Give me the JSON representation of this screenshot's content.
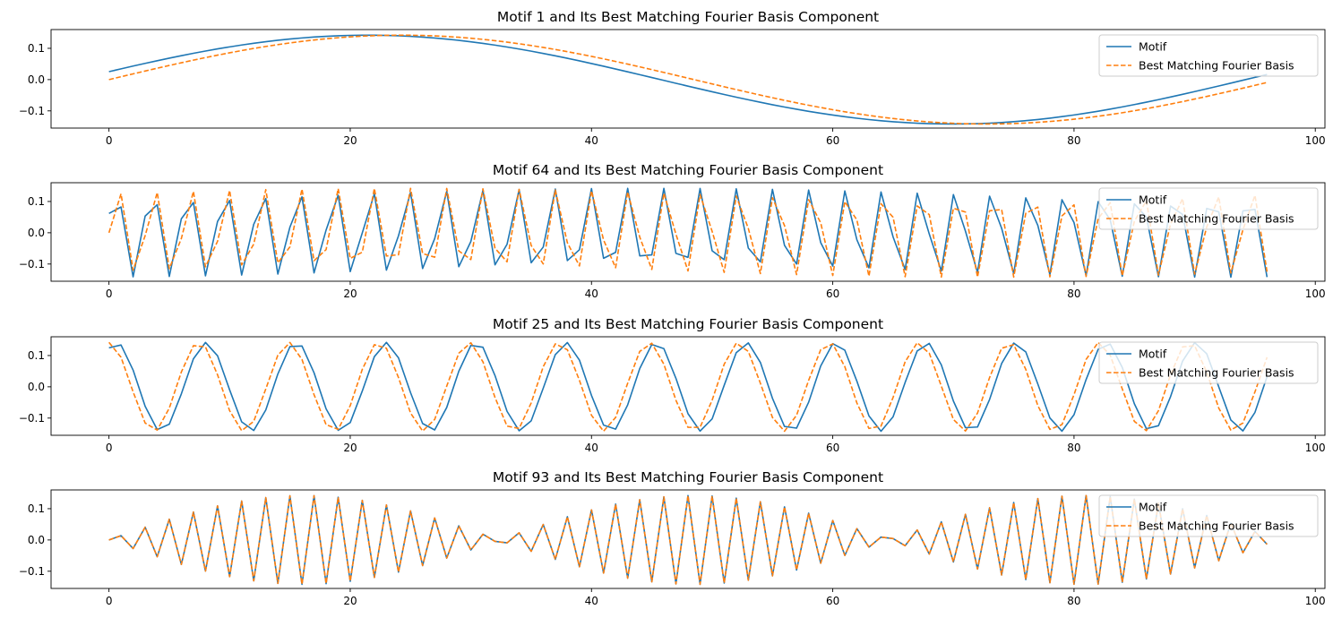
{
  "chart_data": [
    {
      "type": "line",
      "title": "Motif 1 and Its Best Matching Fourier Basis Component",
      "xlim": [
        -4.8,
        100.8
      ],
      "ylim": [
        -0.155,
        0.16
      ],
      "xticks": [
        0,
        20,
        40,
        60,
        80,
        100
      ],
      "yticks": [
        -0.1,
        0.0,
        0.1
      ],
      "ytick_labels": [
        "−0.1",
        "0.0",
        "0.1"
      ],
      "legend": "upper right",
      "generator": {
        "kind": "sine",
        "n": 97,
        "amp": 0.142,
        "freq": 1,
        "period": 97,
        "motif_phase": 0.18,
        "basis_phase": 0.0
      },
      "series": [
        {
          "name": "Motif",
          "color": "#1f77b4",
          "dash": "solid"
        },
        {
          "name": "Best Matching Fourier Basis",
          "color": "#ff7f0e",
          "dash": "dashed"
        }
      ]
    },
    {
      "type": "line",
      "title": "Motif 64 and Its Best Matching Fourier Basis Component",
      "xlim": [
        -4.8,
        100.8
      ],
      "ylim": [
        -0.155,
        0.16
      ],
      "xticks": [
        0,
        20,
        40,
        60,
        80,
        100
      ],
      "yticks": [
        -0.1,
        0.0,
        0.1
      ],
      "ytick_labels": [
        "−0.1",
        "0.0",
        "0.1"
      ],
      "legend": "upper right",
      "generator": {
        "kind": "sine",
        "n": 97,
        "amp": 0.142,
        "freq": 32,
        "period": 97,
        "motif_phase": 0.45,
        "basis_phase": 0.0
      },
      "series": [
        {
          "name": "Motif",
          "color": "#1f77b4",
          "dash": "solid"
        },
        {
          "name": "Best Matching Fourier Basis",
          "color": "#ff7f0e",
          "dash": "dashed"
        }
      ]
    },
    {
      "type": "line",
      "title": "Motif 25 and Its Best Matching Fourier Basis Component",
      "xlim": [
        -4.8,
        100.8
      ],
      "ylim": [
        -0.155,
        0.16
      ],
      "xticks": [
        0,
        20,
        40,
        60,
        80,
        100
      ],
      "yticks": [
        -0.1,
        0.0,
        0.1
      ],
      "ytick_labels": [
        "−0.1",
        "0.0",
        "0.1"
      ],
      "legend": "upper right",
      "generator": {
        "kind": "cosine",
        "n": 97,
        "amp": 0.142,
        "freq": 13,
        "period": 97,
        "motif_phase": -0.5,
        "basis_phase": 0.0
      },
      "series": [
        {
          "name": "Motif",
          "color": "#1f77b4",
          "dash": "solid"
        },
        {
          "name": "Best Matching Fourier Basis",
          "color": "#ff7f0e",
          "dash": "dashed"
        }
      ]
    },
    {
      "type": "line",
      "title": "Motif 93 and Its Best Matching Fourier Basis Component",
      "xlim": [
        -4.8,
        100.8
      ],
      "ylim": [
        -0.155,
        0.16
      ],
      "xticks": [
        0,
        20,
        40,
        60,
        80,
        100
      ],
      "yticks": [
        -0.1,
        0.0,
        0.1
      ],
      "ytick_labels": [
        "−0.1",
        "0.0",
        "0.1"
      ],
      "legend": "upper right",
      "generator": {
        "kind": "sine",
        "n": 97,
        "amp": 0.142,
        "freq": 47,
        "period": 97,
        "motif_phase": 0.0,
        "basis_phase": 0.0
      },
      "series": [
        {
          "name": "Motif",
          "color": "#1f77b4",
          "dash": "solid"
        },
        {
          "name": "Best Matching Fourier Basis",
          "color": "#ff7f0e",
          "dash": "dashed"
        }
      ]
    }
  ]
}
